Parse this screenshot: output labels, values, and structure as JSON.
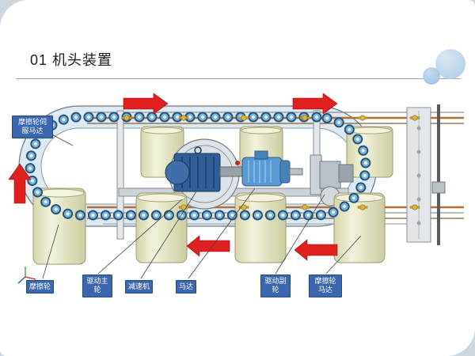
{
  "slide": {
    "title": "01 机头装置"
  },
  "diagram": {
    "callouts": {
      "servo_motor": "摩擦轮伺服马达",
      "friction_wheel": "摩擦轮",
      "drive_main_wheel": "驱动主轮",
      "reducer": "减速机",
      "motor": "马达",
      "drive_secondary_wheel": "驱动副轮",
      "friction_wheel_motor": "摩擦轮马达"
    },
    "flow_arrows": [
      "right-top-left",
      "right-top-right",
      "up-left-side",
      "left-bottom-center",
      "left-bottom-right"
    ],
    "colors": {
      "callout_bg": "#3a67b0",
      "arrow_red": "#e01f1f",
      "roller_blue": "#24537d",
      "roller_light": "#7fb6dc",
      "drum_cream": "#e9e9c8",
      "motor_blue": "#5b9bd5",
      "gearbox_blue": "#2f5f96",
      "rail_copper": "#b0703a"
    }
  }
}
